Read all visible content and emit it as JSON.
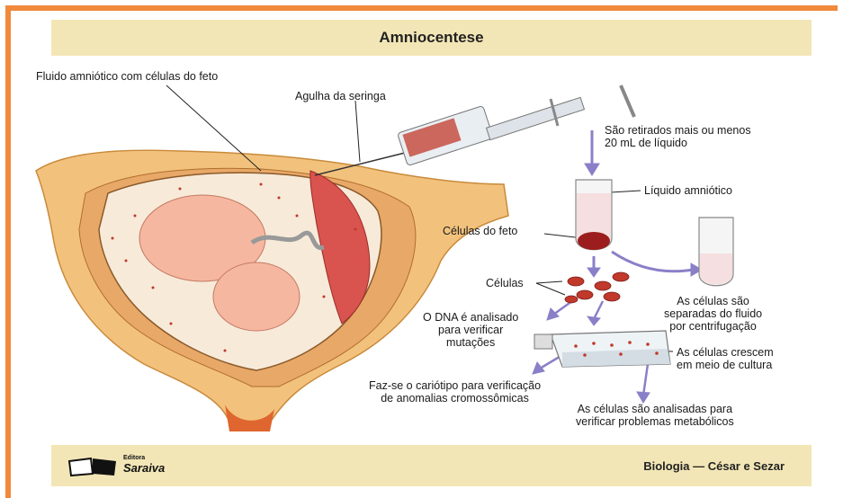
{
  "title": "Amniocentese",
  "labels": {
    "fluid": "Fluido amniótico com células do feto",
    "needle": "Agulha da seringa",
    "withdrawn": [
      "São retirados mais ou menos",
      "20 mL de líquido"
    ],
    "amniotic_liquid": "Líquido amniótico",
    "fetal_cells": "Células do feto",
    "cells": "Células",
    "separated": [
      "As células são",
      "separadas do fluido",
      "por centrifugação"
    ],
    "dna": [
      "O DNA é analisado",
      "para verificar",
      "mutações"
    ],
    "grow": [
      "As células crescem",
      "em meio de cultura"
    ],
    "karyotype": [
      "Faz-se o cariótipo para verificação",
      "de anomalias cromossômicas"
    ],
    "metabolic": [
      "As células são analisadas para",
      "verificar problemas metabólicos"
    ]
  },
  "footer": {
    "publisher_small": "Editora",
    "publisher_name": "Saraiva",
    "credit": "Biologia — César e Sezar"
  },
  "colors": {
    "border": "#f08a3c",
    "banner": "#f3e6b6",
    "arrow": "#8a80c8",
    "cell_red": "#c0392b"
  }
}
